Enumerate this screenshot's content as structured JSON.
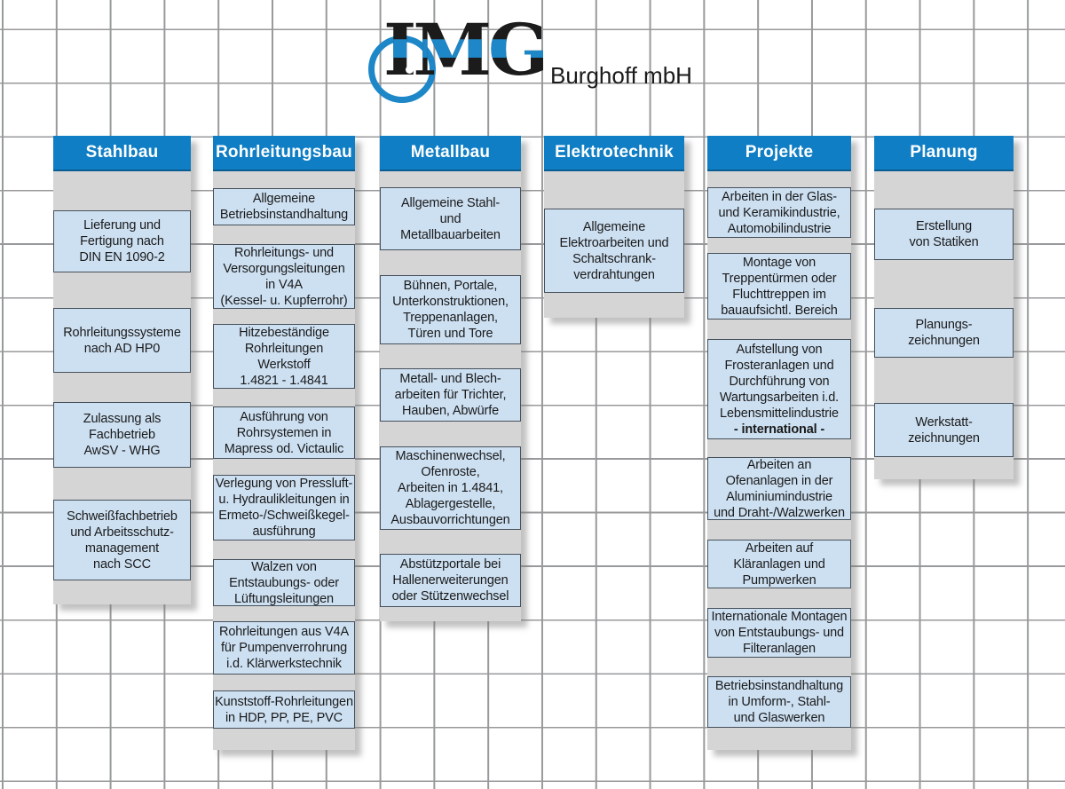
{
  "logo": {
    "acronym": "IMG",
    "company": "Burghoff mbH"
  },
  "colors": {
    "header_blue": "#0f7ec4",
    "box_fill": "#cde0f2",
    "box_border": "#46505a",
    "column_gray": "#d5d5d6",
    "grid_line": "#98999b",
    "logo_blue": "#1e87c8",
    "logo_black": "#1b1b1b"
  },
  "columns": [
    {
      "id": "stahlbau",
      "title": "Stahlbau",
      "items": [
        {
          "text": "Lieferung und\nFertigung nach\nDIN EN 1090-2"
        },
        {
          "text": "Rohrleitungssysteme\nnach AD HP0"
        },
        {
          "text": "Zulassung als\nFachbetrieb\nAwSV - WHG"
        },
        {
          "text": "Schweißfachbetrieb\nund Arbeitsschutz-\nmanagement\nnach SCC"
        }
      ]
    },
    {
      "id": "rohrleitungsbau",
      "title": "Rohrleitungsbau",
      "items": [
        {
          "text": "Allgemeine\nBetriebsinstandhaltung"
        },
        {
          "text": "Rohrleitungs- und\nVersorgungsleitungen\nin V4A\n(Kessel- u. Kupferrohr)"
        },
        {
          "text": "Hitzebeständige\nRohrleitungen\nWerkstoff\n1.4821 - 1.4841"
        },
        {
          "text": "Ausführung von\nRohrsystemen in\nMapress od. Victaulic"
        },
        {
          "text": "Verlegung von Pressluft-\nu. Hydraulikleitungen in\nErmeto-/Schweißkegel-\nausführung"
        },
        {
          "text": "Walzen von\nEntstaubungs- oder\nLüftungsleitungen"
        },
        {
          "text": "Rohrleitungen aus V4A\nfür Pumpenverrohrung\ni.d. Klärwerkstechnik"
        },
        {
          "text": "Kunststoff-Rohrleitungen\nin HDP, PP, PE, PVC"
        }
      ]
    },
    {
      "id": "metallbau",
      "title": "Metallbau",
      "items": [
        {
          "text": "Allgemeine Stahl-\nund\nMetallbauarbeiten"
        },
        {
          "text": "Bühnen, Portale,\nUnterkonstruktionen,\nTreppenanlagen,\nTüren und Tore"
        },
        {
          "text": "Metall- und Blech-\narbeiten für Trichter,\nHauben, Abwürfe"
        },
        {
          "text": "Maschinenwechsel,\nOfenroste,\nArbeiten in 1.4841,\nAblagergestelle,\nAusbauvorrichtungen"
        },
        {
          "text": "Abstützportale bei\nHallenerweiterungen\noder Stützenwechsel"
        }
      ]
    },
    {
      "id": "elektrotechnik",
      "title": "Elektrotechnik",
      "items": [
        {
          "text": "Allgemeine\nElektroarbeiten und\nSchaltschrank-\nverdrahtungen"
        }
      ]
    },
    {
      "id": "projekte",
      "title": "Projekte",
      "items": [
        {
          "text": "Arbeiten in der Glas-\nund Keramikindustrie,\nAutomobilindustrie"
        },
        {
          "text": "Montage von\nTreppentürmen oder\nFluchttreppen im\nbauaufsichtl. Bereich"
        },
        {
          "text": "Aufstellung von\nFrosteranlagen und\nDurchführung von\nWartungsarbeiten i.d.\nLebensmittelindustrie",
          "bold_line": "- international -"
        },
        {
          "text": "Arbeiten an\nOfenanlagen in der\nAluminiumindustrie\nund Draht-/Walzwerken"
        },
        {
          "text": "Arbeiten auf\nKläranlagen und\nPumpwerken"
        },
        {
          "text": "Internationale Montagen\nvon Entstaubungs- und\nFilteranlagen"
        },
        {
          "text": "Betriebsinstandhaltung\nin Umform-, Stahl-\nund Glaswerken"
        }
      ]
    },
    {
      "id": "planung",
      "title": "Planung",
      "items": [
        {
          "text": "Erstellung\nvon Statiken"
        },
        {
          "text": "Planungs-\nzeichnungen"
        },
        {
          "text": "Werkstatt-\nzeichnungen"
        }
      ]
    }
  ]
}
